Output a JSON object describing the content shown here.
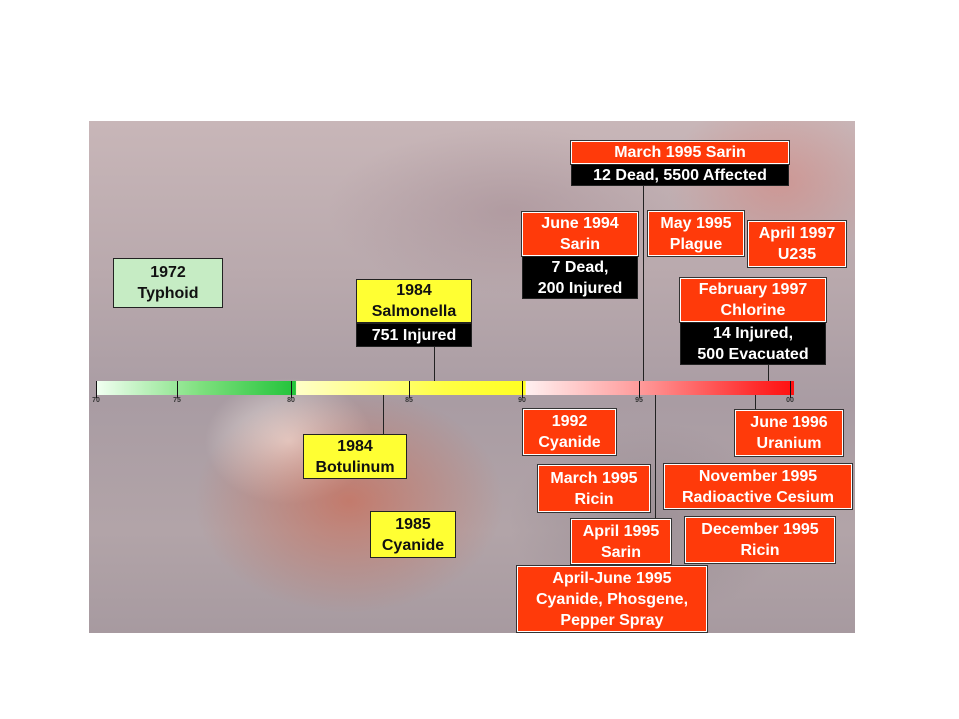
{
  "timeline": {
    "ticks": [
      "70",
      "75",
      "80",
      "85",
      "90",
      "95",
      "00"
    ]
  },
  "events": {
    "typhoid_1972": [
      "1972",
      "Typhoid"
    ],
    "salmonella_1984": {
      "title": [
        "1984",
        "Salmonella"
      ],
      "detail": [
        "751 Injured"
      ]
    },
    "botulinum_1984": [
      "1984",
      "Botulinum"
    ],
    "cyanide_1985": [
      "1985",
      "Cyanide"
    ],
    "cyanide_1992": [
      "1992",
      "Cyanide"
    ],
    "sarin_1994": {
      "title": [
        "June 1994",
        "Sarin"
      ],
      "detail": [
        "7 Dead,",
        "200 Injured"
      ]
    },
    "sarin_march_1995": {
      "title": [
        "March 1995 Sarin"
      ],
      "detail": [
        "12 Dead, 5500 Affected"
      ]
    },
    "plague_1995": [
      "May 1995",
      "Plague"
    ],
    "ricin_march_1995": [
      "March 1995",
      "Ricin"
    ],
    "sarin_april_1995": [
      "April 1995",
      "Sarin"
    ],
    "april_june_1995": [
      "April-June 1995",
      "Cyanide, Phosgene,",
      "Pepper Spray"
    ],
    "cesium_1995": [
      "November 1995",
      "Radioactive Cesium"
    ],
    "ricin_dec_1995": [
      "December 1995",
      "Ricin"
    ],
    "uranium_1996": [
      "June 1996",
      "Uranium"
    ],
    "chlorine_1997": {
      "title": [
        "February 1997",
        "Chlorine"
      ],
      "detail": [
        "14 Injured,",
        "500 Evacuated"
      ]
    },
    "u235_1997": [
      "April 1997",
      "U235"
    ]
  }
}
